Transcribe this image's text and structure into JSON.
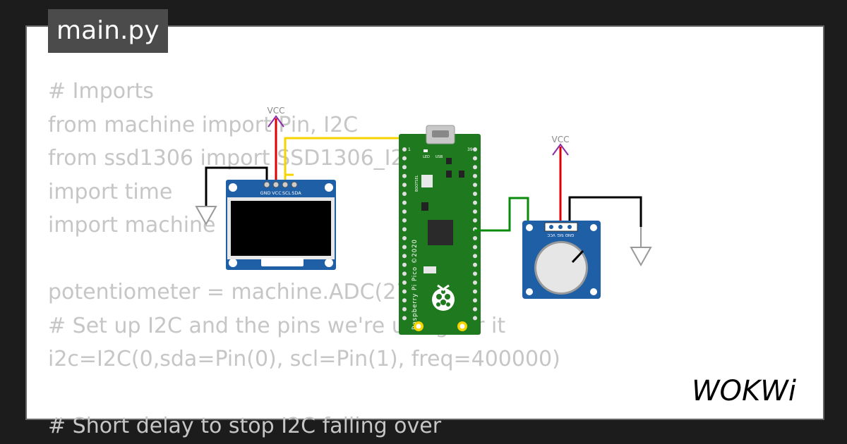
{
  "editor": {
    "tab_label": "main.py",
    "code_lines": [
      "# Imports",
      "from machine import Pin, I2C",
      "from ssd1306 import SSD1306_I2C",
      "import time",
      "import machine",
      "",
      "potentiometer = machine.ADC(27)",
      "# Set up I2C and the pins we're using for it",
      "i2c=I2C(0,sda=Pin(0), scl=Pin(1), freq=400000)",
      "",
      "# Short delay to stop I2C falling over"
    ]
  },
  "circuit": {
    "vcc_label": "VCC",
    "oled": {
      "pin_labels": [
        "GND",
        "VCC",
        "SCL",
        "SDA"
      ]
    },
    "pico": {
      "led_label": "LED",
      "usb_label": "USB",
      "bootsel_label": "BOOTSEL",
      "pin1_label": "1",
      "pin39_label": "39",
      "board_text": "Raspberry Pi Pico ©2020"
    },
    "pot": {
      "pin_labels": [
        "GND",
        "SIG",
        "VCC"
      ]
    }
  },
  "brand": {
    "logo_text": "WOKWi"
  },
  "colors": {
    "background": "#1c1c1c",
    "canvas": "#ffffff",
    "code_text": "#c6c6c6",
    "tab_bg": "#4b4b4b",
    "pico_board": "#1f7a1f",
    "module_board": "#1f5fa6",
    "wire_yellow": "#f5d400",
    "wire_green": "#0a8a0a",
    "wire_red": "#e00000",
    "wire_black": "#000000",
    "vcc_arrow": "#8e2aa8"
  }
}
